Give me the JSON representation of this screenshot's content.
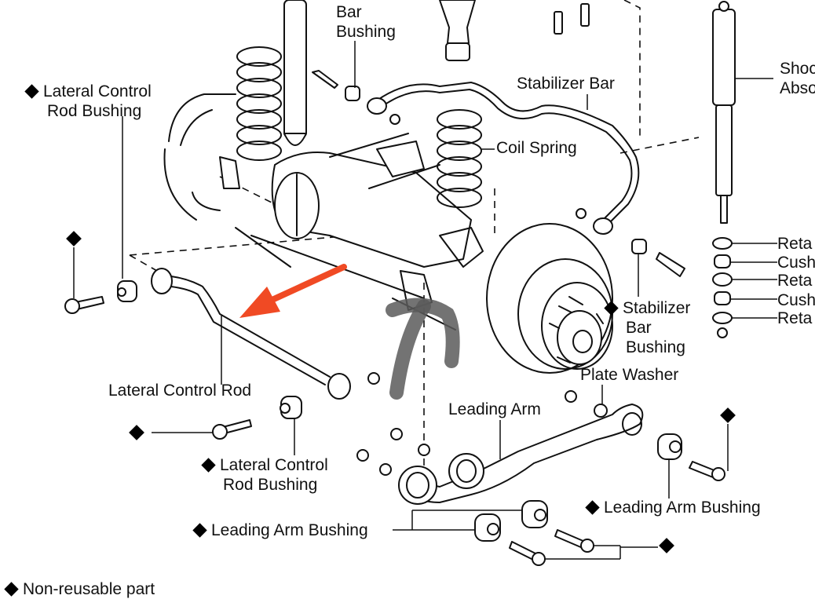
{
  "title": "Rear suspension exploded parts diagram",
  "legend": {
    "symbol": "diamond",
    "text": "Non-reusable part"
  },
  "labels": {
    "stabilizer_bar_bushing_top": [
      "Bar",
      "Bushing"
    ],
    "lateral_control_rod_bushing_top": [
      "Lateral Control",
      "Rod Bushing"
    ],
    "stabilizer_bar": "Stabilizer Bar",
    "coil_spring": "Coil Spring",
    "shock_absorber": [
      "Shoc",
      "Abso"
    ],
    "retainer_1": "Reta",
    "cushion_1": "Cush",
    "retainer_2": "Reta",
    "cushion_2": "Cush",
    "retainer_3": "Reta",
    "stabilizer_bar_bushing_right": [
      "Stabilizer",
      "Bar",
      "Bushing"
    ],
    "lateral_control_rod": "Lateral Control Rod",
    "plate_washer": "Plate Washer",
    "leading_arm": "Leading Arm",
    "lateral_control_rod_bushing_bottom": [
      "Lateral Control",
      "Rod Bushing"
    ],
    "leading_arm_bushing_right": "Leading Arm Bushing",
    "leading_arm_bushing_bottom": "Leading Arm Bushing"
  },
  "annotations": {
    "arrow_color": "#f04a24",
    "marker_color": "#5a5a5a",
    "arrow_points_to": "Lateral Control Rod"
  }
}
